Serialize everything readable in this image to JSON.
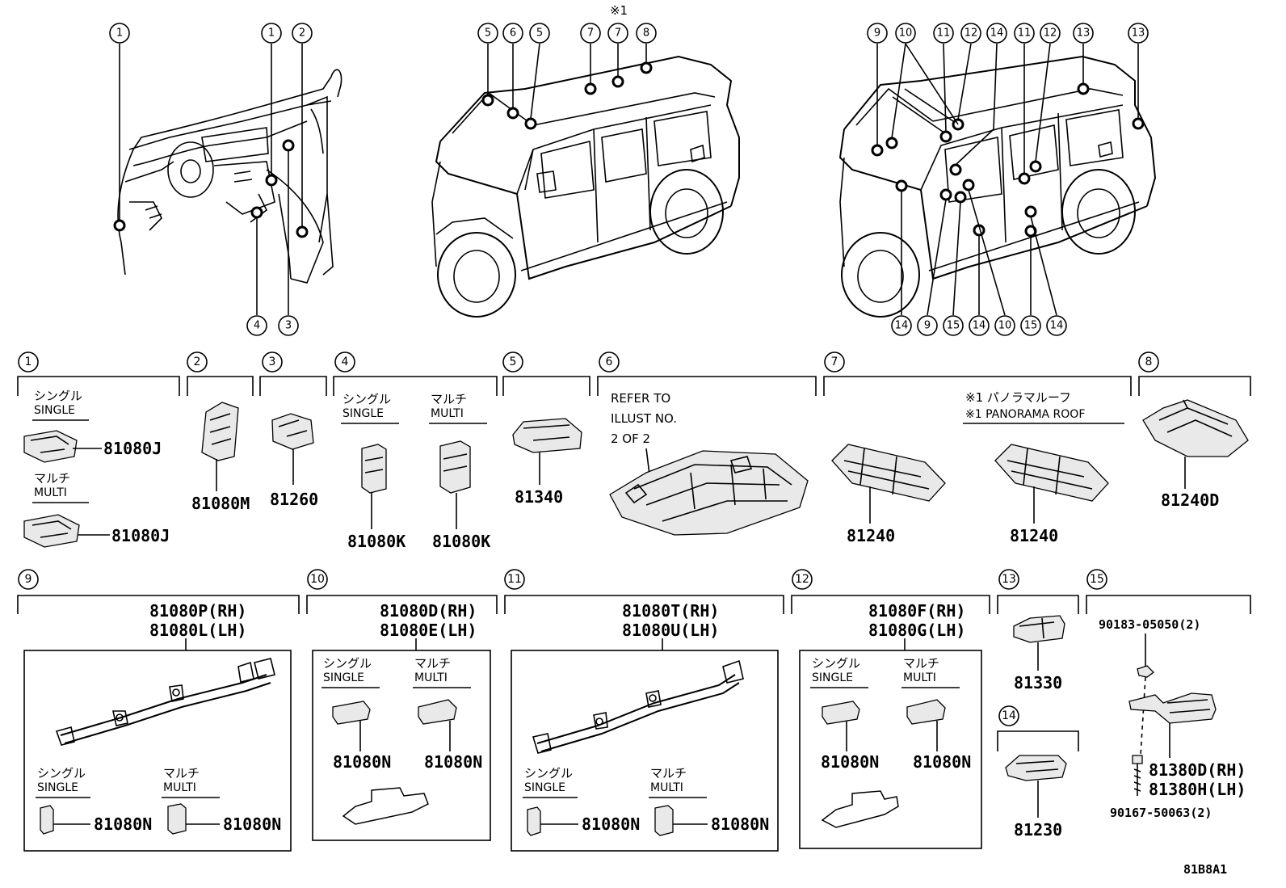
{
  "footnote_mark": "※1",
  "callouts_top": {
    "interior": [
      "1",
      "1",
      "2",
      "4",
      "3"
    ],
    "car_middle": [
      "5",
      "6",
      "5",
      "7",
      "7",
      "8"
    ],
    "car_right_top": [
      "9",
      "10",
      "11",
      "12",
      "14",
      "11",
      "12",
      "13",
      "13"
    ],
    "car_right_bottom": [
      "14",
      "9",
      "15",
      "14",
      "10",
      "15",
      "14"
    ]
  },
  "groups": {
    "g1": {
      "num": "1",
      "single_jp": "シングル",
      "single_en": "SINGLE",
      "multi_jp": "マルチ",
      "multi_en": "MULTI",
      "part_single": "81080J",
      "part_multi": "81080J"
    },
    "g2": {
      "num": "2",
      "part": "81080M"
    },
    "g3": {
      "num": "3",
      "part": "81260"
    },
    "g4": {
      "num": "4",
      "single_jp": "シングル",
      "single_en": "SINGLE",
      "multi_jp": "マルチ",
      "multi_en": "MULTI",
      "part_single": "81080K",
      "part_multi": "81080K"
    },
    "g5": {
      "num": "5",
      "part": "81340"
    },
    "g6": {
      "num": "6",
      "refer1": "REFER TO",
      "refer2": "ILLUST NO.",
      "refer3": "2 OF 2"
    },
    "g7": {
      "num": "7",
      "note_jp": "※1 パノラマルーフ",
      "note_en": "※1 PANORAMA ROOF",
      "part_a": "81240",
      "part_b": "81240"
    },
    "g8": {
      "num": "8",
      "part": "81240D"
    },
    "g9": {
      "num": "9",
      "part_rh": "81080P(RH)",
      "part_lh": "81080L(LH)",
      "single_jp": "シングル",
      "single_en": "SINGLE",
      "multi_jp": "マルチ",
      "multi_en": "MULTI",
      "part_single": "81080N",
      "part_multi": "81080N"
    },
    "g10": {
      "num": "10",
      "part_rh": "81080D(RH)",
      "part_lh": "81080E(LH)",
      "single_jp": "シングル",
      "single_en": "SINGLE",
      "multi_jp": "マルチ",
      "multi_en": "MULTI",
      "part_single": "81080N",
      "part_multi": "81080N"
    },
    "g11": {
      "num": "11",
      "part_rh": "81080T(RH)",
      "part_lh": "81080U(LH)",
      "single_jp": "シングル",
      "single_en": "SINGLE",
      "multi_jp": "マルチ",
      "multi_en": "MULTI",
      "part_single": "81080N",
      "part_multi": "81080N"
    },
    "g12": {
      "num": "12",
      "part_rh": "81080F(RH)",
      "part_lh": "81080G(LH)",
      "single_jp": "シングル",
      "single_en": "SINGLE",
      "multi_jp": "マルチ",
      "multi_en": "MULTI",
      "part_single": "81080N",
      "part_multi": "81080N"
    },
    "g13": {
      "num": "13",
      "part": "81330"
    },
    "g14": {
      "num": "14",
      "part": "81230"
    },
    "g15": {
      "num": "15",
      "screw_top": "90183-05050(2)",
      "part_rh": "81380D(RH)",
      "part_lh": "81380H(LH)",
      "screw_bottom": "90167-50063(2)"
    }
  },
  "illustration_id": "81B8A1"
}
